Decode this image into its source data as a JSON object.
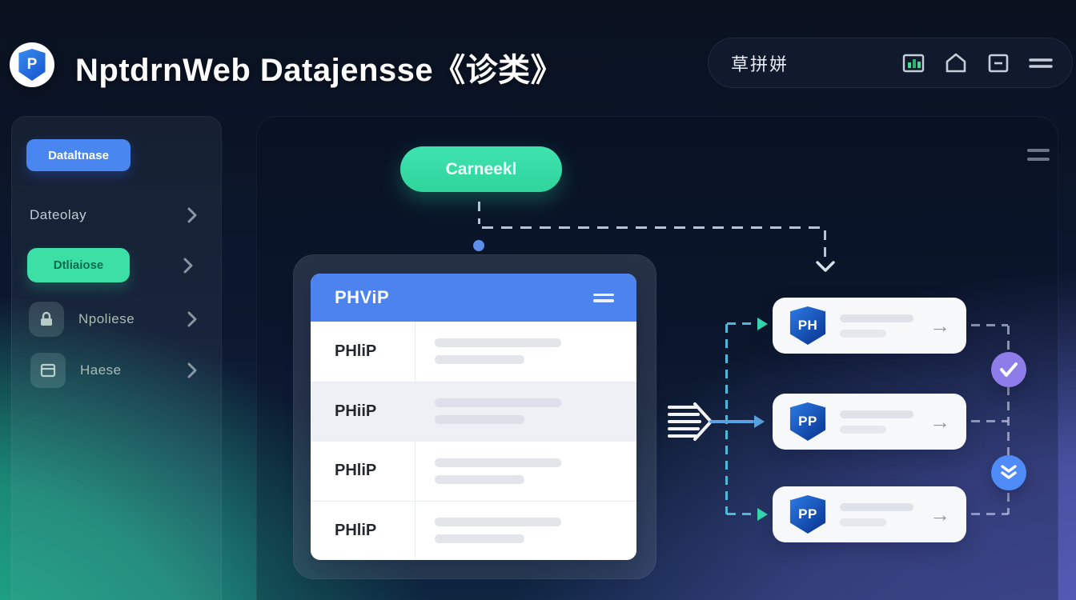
{
  "header": {
    "logo_letter": "P",
    "title": "NptdrnWeb Datajensse《诊类》",
    "search": {
      "text": "草拼姘"
    },
    "search_icons": [
      "chart-icon",
      "home-icon",
      "minimize-icon",
      "menu-icon"
    ]
  },
  "sidebar": {
    "database_button": "Dataltnase",
    "items": [
      {
        "label": "Dateolay",
        "style": "plain",
        "chevron": true
      },
      {
        "label": "Dtliaiose",
        "style": "green-button",
        "chevron": true
      },
      {
        "label": "Npoliese",
        "style": "with-icon",
        "icon": "lock-icon",
        "chevron": true
      },
      {
        "label": "Haese",
        "style": "with-icon",
        "icon": "box-icon",
        "chevron": true
      }
    ]
  },
  "main": {
    "menu_icon": "hamburger-icon",
    "start_button": "Carneekl",
    "table": {
      "title": "PHViP",
      "menu_icon": "hamburger-icon",
      "rows": [
        {
          "label": "PHliP"
        },
        {
          "label": "PHiiP"
        },
        {
          "label": "PHliP"
        },
        {
          "label": "PHliP"
        }
      ]
    },
    "cards": [
      {
        "logo": "PH"
      },
      {
        "logo": "PP"
      },
      {
        "logo": "PP"
      }
    ],
    "badges": [
      {
        "icon": "check-icon",
        "color": "#8e7de9"
      },
      {
        "icon": "double-chevron-down-icon",
        "color": "#4f8cf7"
      }
    ]
  },
  "icons": {
    "arrow_right": "→"
  },
  "colors": {
    "accent_green": "#3ce0a7",
    "accent_blue": "#4a86f0",
    "table_header_blue": "#4d83ee",
    "badge_purple": "#8e7de9",
    "badge_blue": "#4f8cf7",
    "dash_gray": "#b6c4d6",
    "dash_teal": "#4fb7d8",
    "arrow_teal": "#35d8b2",
    "bg_top": "#0a1220",
    "bg_bottom_left": "#1fae8a",
    "bg_bottom_right": "#5a5fc0"
  }
}
